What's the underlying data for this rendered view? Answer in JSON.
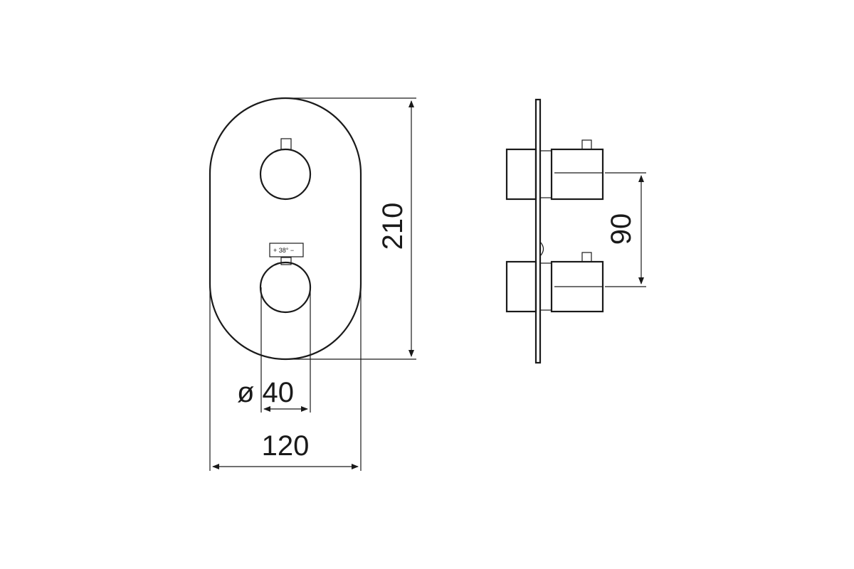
{
  "drawing": {
    "dimensions": {
      "height": "210",
      "width": "120",
      "knob_diameter": "ø 40",
      "knob_spacing": "90"
    },
    "colors": {
      "line": "#1a1a1a",
      "background": "#ffffff"
    }
  }
}
